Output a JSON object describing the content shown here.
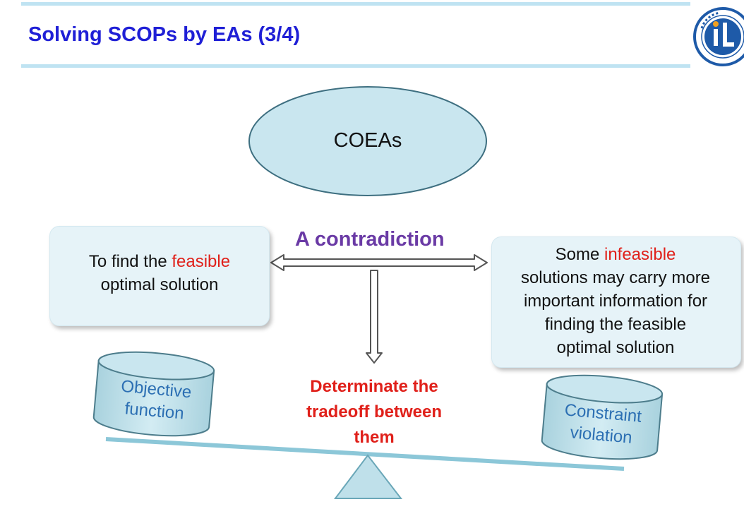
{
  "slide": {
    "title": "Solving SCOPs by EAs (3/4)"
  },
  "diagram": {
    "top_node": "COEAs",
    "left_box": {
      "prefix": "To find the ",
      "highlight": "feasible",
      "suffix": "optimal solution"
    },
    "right_box": {
      "prefix": "Some ",
      "highlight": "infeasible",
      "lines": [
        "solutions may carry more",
        "important information for",
        "finding the feasible",
        "optimal solution"
      ]
    },
    "contradiction_label": "A contradiction",
    "tradeoff_lines": [
      "Determinate the",
      "tradeoff between",
      "them"
    ],
    "left_cylinder": [
      "Objective",
      "function"
    ],
    "right_cylinder": [
      "Constraint",
      "violation"
    ]
  },
  "colors": {
    "title": "#1f1fd6",
    "highlight": "#e0201a",
    "contradiction": "#6a3aa5",
    "shape_fill": "#c9e6ef",
    "cylinder_text": "#2c6fb3"
  },
  "icons": {
    "logo": "intelligent-learning-optimization-logo",
    "double_arrow": "double-headed-arrow",
    "down_arrow": "down-arrow"
  }
}
